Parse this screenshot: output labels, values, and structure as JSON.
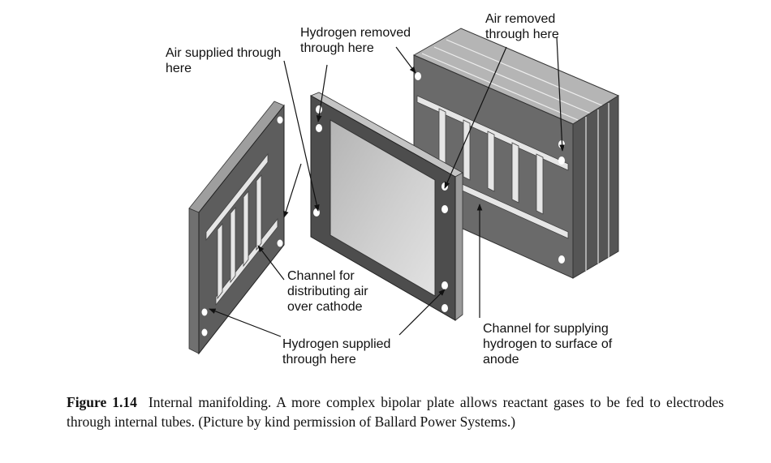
{
  "labels": {
    "air_supplied": [
      "Air supplied through",
      "here"
    ],
    "hydrogen_removed": [
      "Hydrogen removed",
      "through here"
    ],
    "air_removed": [
      "Air removed",
      "through here"
    ],
    "channel_air": [
      "Channel for",
      "distributing air",
      "over cathode"
    ],
    "hydrogen_supplied": [
      "Hydrogen supplied",
      "through here"
    ],
    "channel_hydrogen": [
      "Channel for supplying",
      "hydrogen to surface of",
      "anode"
    ]
  },
  "caption": {
    "figure_label": "Figure 1.14",
    "text": "Internal manifolding. A more complex bipolar plate allows reactant gases to be fed to electrodes through internal tubes. (Picture by kind permission of Ballard Power Systems.)"
  }
}
